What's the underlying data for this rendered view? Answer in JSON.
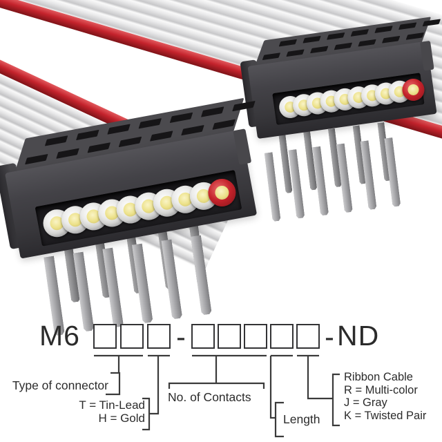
{
  "photo": {
    "cable": {
      "strand_count": 9,
      "red_stripe_color": "#c4232c"
    },
    "connectors": {
      "count": 2,
      "contacts_per_connector": 10,
      "white_contact_count": 9,
      "red_contact_count": 1,
      "slots_per_row": 7,
      "front_pin_count": 6,
      "back_pin_count": 5
    }
  },
  "part_number_diagram": {
    "prefix": "M6",
    "group1_box_count": 3,
    "separator": "-",
    "group2_box_count": 5,
    "suffix": "ND",
    "labels": {
      "type_of_connector": "Type of connector",
      "plating_line1": "T = Tin-Lead",
      "plating_line2": "H = Gold",
      "contacts": "No. of Contacts",
      "length": "Length",
      "cable_line1": "Ribbon Cable",
      "cable_line2": "R = Multi-color",
      "cable_line3": "J = Gray",
      "cable_line4": "K = Twisted Pair"
    }
  },
  "colors": {
    "background": "#ffffff",
    "red_stripe": "#c4232c",
    "connector_body": "#3d3c40",
    "connector_top": "#4b4a4e",
    "slot": "#161517",
    "recess": "#242326",
    "pin": "#a9a9ac",
    "contact_ring": "#ebebe9",
    "contact_center": "#ece189",
    "contact_red": "#c4232b",
    "diagram_ink": "#2b2b2b"
  }
}
